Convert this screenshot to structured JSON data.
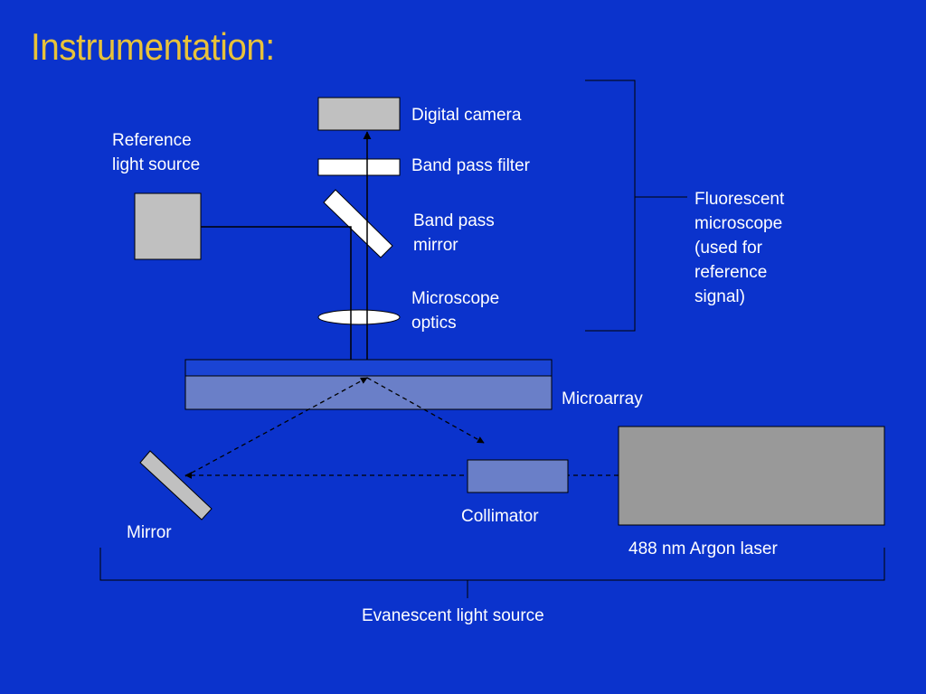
{
  "title": "Instrumentation:",
  "labels": {
    "digital_camera": "Digital camera",
    "band_pass_filter": "Band pass filter",
    "band_pass_mirror_1": "Band pass",
    "band_pass_mirror_2": "mirror",
    "microscope_optics_1": "Microscope",
    "microscope_optics_2": "optics",
    "reference_light_source_1": "Reference",
    "reference_light_source_2": "light source",
    "fluorescent_microscope_1": "Fluorescent",
    "fluorescent_microscope_2": "microscope",
    "fluorescent_microscope_3": "(used for",
    "fluorescent_microscope_4": "reference",
    "fluorescent_microscope_5": "signal)",
    "microarray": "Microarray",
    "mirror": "Mirror",
    "collimator": "Collimator",
    "argon_laser": "488 nm Argon laser",
    "evanescent_light_source": "Evanescent light source"
  },
  "colors": {
    "background": "#0b33cc",
    "title": "#e8c23a",
    "component_gray": "#c0c0c0",
    "laser_gray": "#999999",
    "microarray_fill": "#6a7fc8"
  }
}
